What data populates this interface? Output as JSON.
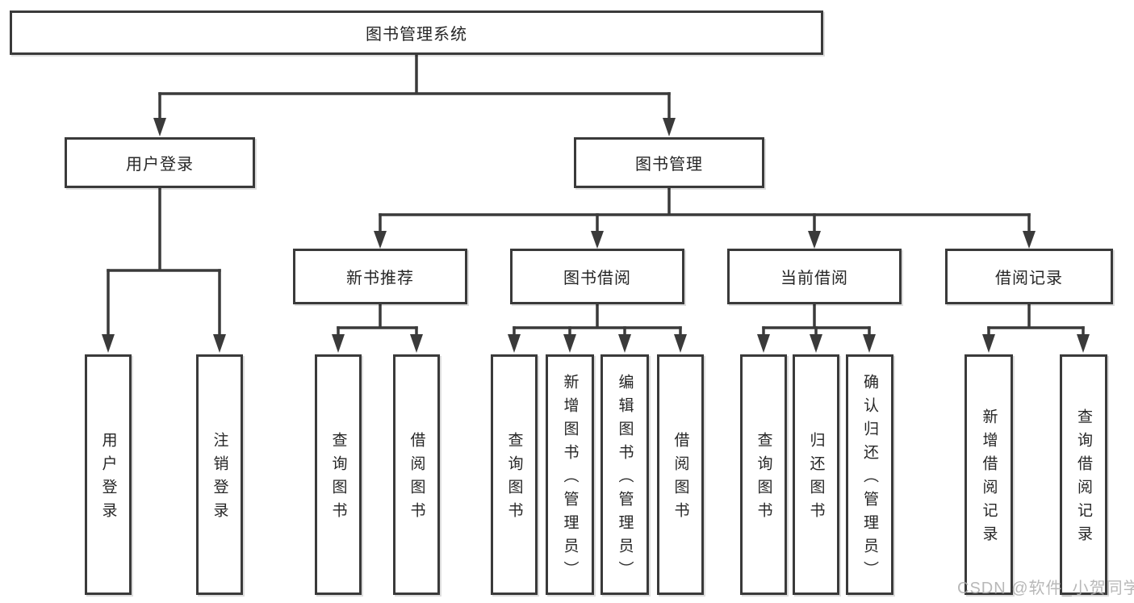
{
  "colors": {
    "background": "#ffffff",
    "line": "#3a3a3a",
    "text": "#262626",
    "watermark": "#b0b0b0"
  },
  "watermark": {
    "text": "CSDN @软件_小贺同学"
  },
  "tree": {
    "label": "图书管理系统",
    "children": [
      {
        "label": "用户登录",
        "children": [
          {
            "label": "用户登录"
          },
          {
            "label": "注销登录"
          }
        ]
      },
      {
        "label": "图书管理",
        "children": [
          {
            "label": "新书推荐",
            "children": [
              {
                "label": "查询图书"
              },
              {
                "label": "借阅图书"
              }
            ]
          },
          {
            "label": "图书借阅",
            "children": [
              {
                "label": "查询图书"
              },
              {
                "label": "新增图书（管理员）"
              },
              {
                "label": "编辑图书（管理员）"
              },
              {
                "label": "借阅图书"
              }
            ]
          },
          {
            "label": "当前借阅",
            "children": [
              {
                "label": "查询图书"
              },
              {
                "label": "归还图书"
              },
              {
                "label": "确认归还（管理员）"
              }
            ]
          },
          {
            "label": "借阅记录",
            "children": [
              {
                "label": "新增借阅记录"
              },
              {
                "label": "查询借阅记录"
              }
            ]
          }
        ]
      }
    ]
  }
}
